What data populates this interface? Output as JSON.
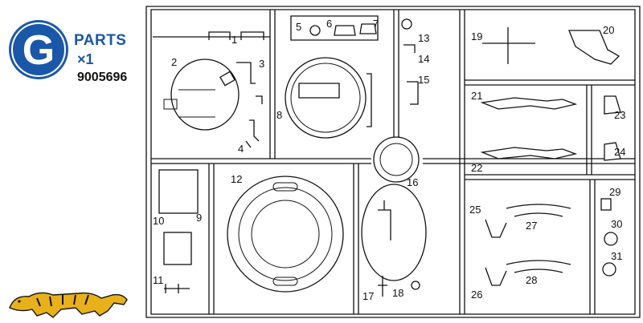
{
  "header": {
    "sprue_letter": "G",
    "title": "PARTS",
    "quantity": "×1",
    "part_number": "9005696"
  },
  "parts": [
    "1",
    "2",
    "3",
    "4",
    "5",
    "6",
    "7",
    "8",
    "9",
    "10",
    "11",
    "12",
    "13",
    "14",
    "15",
    "16",
    "17",
    "18",
    "19",
    "20",
    "21",
    "22",
    "23",
    "24",
    "25",
    "26",
    "27",
    "28",
    "29",
    "30",
    "31"
  ],
  "icons": {
    "badge": "sprue-letter-circle",
    "logo": "tiger-logo"
  },
  "colors": {
    "accent": "#1a57a8",
    "line": "#111111",
    "logo": "#e8b11c"
  }
}
